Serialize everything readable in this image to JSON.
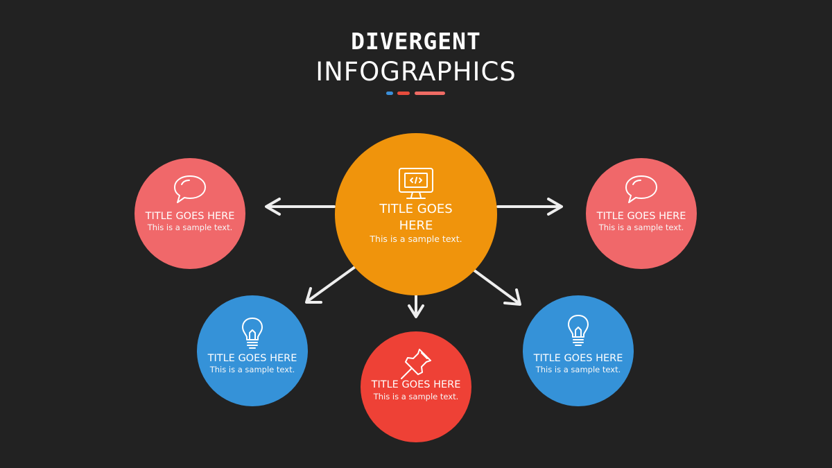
{
  "header": {
    "title": "DIVERGENT",
    "subtitle": "INFOGRAPHICS",
    "accent_colors": [
      "#3b8fd9",
      "#e74c3c",
      "#ef6b64"
    ]
  },
  "colors": {
    "background": "#222222",
    "center": "#f0940c",
    "coral": "#f0686a",
    "blue": "#3592d8",
    "red": "#ee4136",
    "arrow": "#eeeeee"
  },
  "center": {
    "icon": "computer-code-icon",
    "title_line1": "TITLE GOES",
    "title_line2": "HERE",
    "text": "This is a sample text."
  },
  "nodes": [
    {
      "id": "left",
      "icon": "speech-bubble-icon",
      "title": "TITLE GOES HERE",
      "text": "This is a sample text."
    },
    {
      "id": "right",
      "icon": "speech-bubble-icon",
      "title": "TITLE GOES HERE",
      "text": "This is a sample text."
    },
    {
      "id": "bottom-left",
      "icon": "lightbulb-icon",
      "title": "TITLE GOES HERE",
      "text": "This is a sample text."
    },
    {
      "id": "bottom",
      "icon": "push-pin-icon",
      "title": "TITLE GOES HERE",
      "text": "This is a sample text."
    },
    {
      "id": "bottom-right",
      "icon": "lightbulb-icon",
      "title": "TITLE GOES HERE",
      "text": "This is a sample text."
    }
  ]
}
